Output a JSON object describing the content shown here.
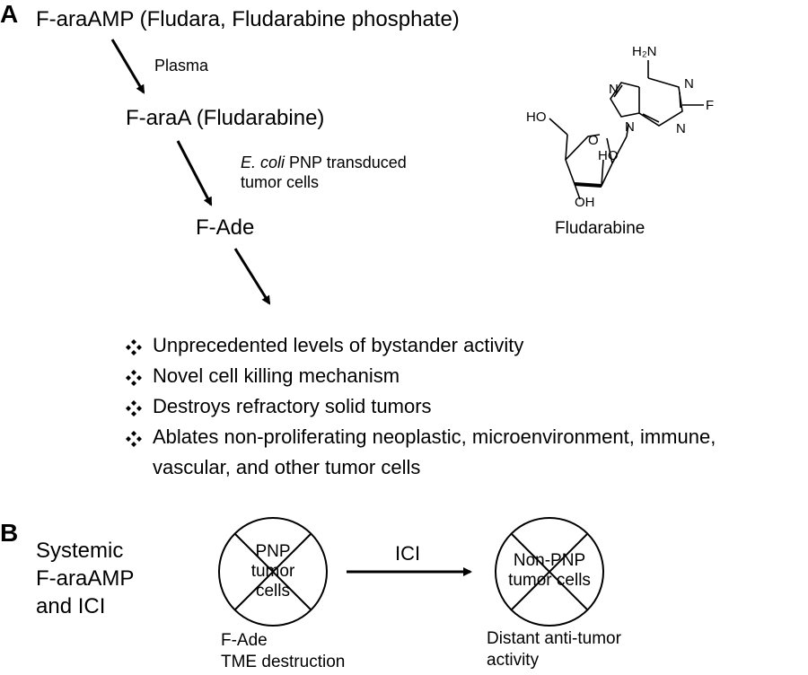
{
  "panel_a": {
    "letter": "A",
    "step1": "F-araAMP (Fludara, Fludarabine phosphate)",
    "arrow1_label": "Plasma",
    "step2": "F-araA (Fludarabine)",
    "arrow2_label_italic": "E. coli",
    "arrow2_label_rest": " PNP transduced",
    "arrow2_label_line2": "tumor cells",
    "step3": "F-Ade",
    "bullets": [
      "Unprecedented levels of bystander activity",
      "Novel cell killing mechanism",
      "Destroys refractory solid tumors",
      "Ablates non-proliferating neoplastic, microenvironment, immune,",
      "vascular, and other tumor cells"
    ],
    "molecule": {
      "name": "Fludarabine",
      "atoms": {
        "amine": "H₂N",
        "n1": "N",
        "n2": "N",
        "n3": "N",
        "n4": "N",
        "f": "F",
        "ho_top": "HO",
        "o_ring": "O",
        "ho_right": "HO",
        "oh_bottom": "OH"
      }
    }
  },
  "panel_b": {
    "letter": "B",
    "left_text": [
      "Systemic",
      "F-araAMP",
      "and ICI"
    ],
    "circle1_text": [
      "PNP",
      "tumor",
      "cells"
    ],
    "arrow_label": "ICI",
    "circle2_text": [
      "Non-PNP",
      "tumor cells"
    ],
    "caption1": [
      "F-Ade",
      "TME destruction"
    ],
    "caption2": [
      "Distant anti-tumor",
      "activity"
    ]
  }
}
